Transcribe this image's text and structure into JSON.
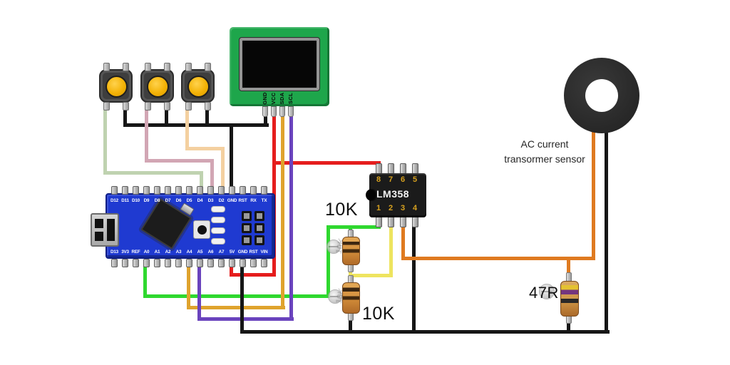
{
  "colors": {
    "wire-black": "#161616",
    "wire-red": "#e51d1d",
    "wire-green": "#2fd82f",
    "wire-gold": "#dfa32d",
    "wire-purple": "#6a43bd",
    "wire-yellow": "#eee45f",
    "wire-orange": "#df7a20",
    "wire-btngreen": "#bfd2b0",
    "wire-btnpink": "#d2a6b4",
    "wire-btnpeach": "#f4d0a0",
    "board-blue": "#1f3ad1",
    "board-green": "#1ea64b",
    "ic-black": "#1b1b1b",
    "button-cap": "#f2b705",
    "resistor-body": "#d08a3e"
  },
  "labels": {
    "r1": "10K",
    "r2": "10K",
    "r3": "47R",
    "sensor_line1": "AC current",
    "sensor_line2": "transormer sensor"
  },
  "lm358": {
    "name": "LM358",
    "pins_top": [
      "8",
      "7",
      "6",
      "5"
    ],
    "pins_bottom": [
      "1",
      "2",
      "3",
      "4"
    ]
  },
  "oled": {
    "pins": [
      "GND",
      "VCC",
      "SDA",
      "SCL"
    ]
  },
  "arduino": {
    "pins_top": [
      "D12",
      "D11",
      "D10",
      "D9",
      "D8",
      "D7",
      "D6",
      "D5",
      "D4",
      "D3",
      "D2",
      "GND",
      "RST",
      "RX",
      "TX"
    ],
    "pins_bottom": [
      "D13",
      "3V3",
      "REF",
      "A0",
      "A1",
      "A2",
      "A3",
      "A4",
      "A5",
      "A6",
      "A7",
      "5V",
      "GND",
      "RST",
      "VIN"
    ]
  }
}
